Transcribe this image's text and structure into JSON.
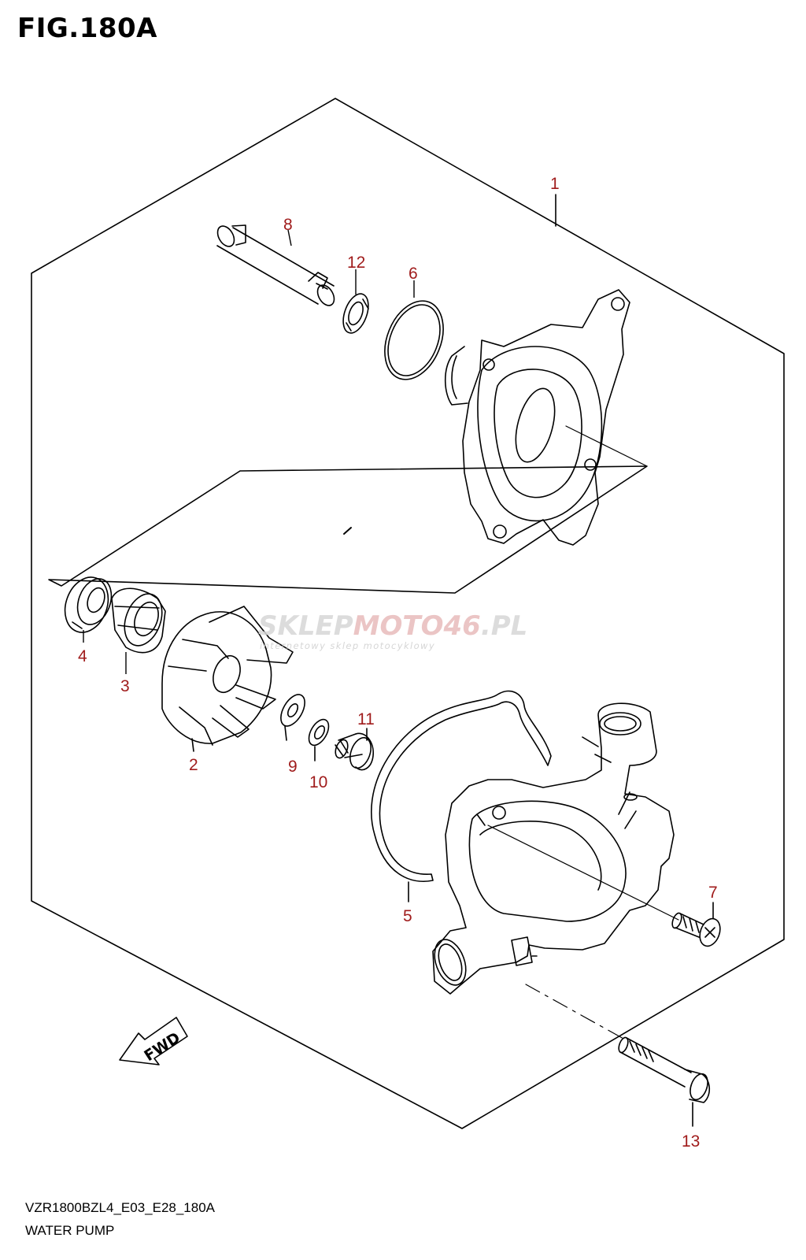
{
  "figure": {
    "title": "FIG.180A",
    "code": "VZR1800BZL4_E03_E28_180A",
    "name": "WATER PUMP"
  },
  "watermark": {
    "part1": "SKLEP",
    "part2": "MOTO",
    "part3": "46",
    "part4": ".PL",
    "subtitle": "internetowy sklep motocyklowy"
  },
  "fwd_label": "FWD",
  "callouts": [
    "1",
    "8",
    "12",
    "6",
    "4",
    "3",
    "2",
    "9",
    "10",
    "11",
    "5",
    "7",
    "13"
  ],
  "colors": {
    "callout": "#a01c1c",
    "line": "#000000",
    "watermark_gray": "#c9c9c9",
    "watermark_red": "#e5b4b4"
  }
}
